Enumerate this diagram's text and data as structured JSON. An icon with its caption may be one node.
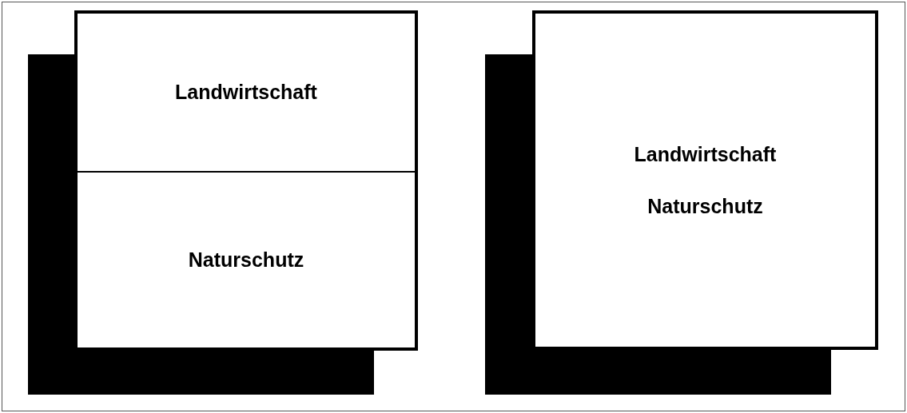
{
  "diagram": {
    "nodes": [
      {
        "text": [],
        "shape": "box"
      },
      {
        "text": [
          "Landwirtschaft"
        ],
        "in": 0
      },
      {
        "text": [
          "Naturschutz"
        ],
        "in": 0
      },
      {
        "text": [
          "Landwirtschaft",
          "Naturschutz"
        ]
      }
    ]
  }
}
